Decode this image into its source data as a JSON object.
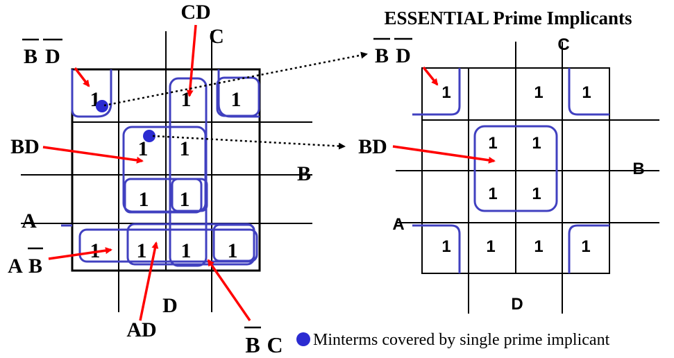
{
  "title": "ESSENTIAL Prime Implicants",
  "legend_text": "Minterms covered by single prime implicant",
  "colors": {
    "grid": "#000000",
    "group": "#4040c0",
    "arrow": "#ff0000",
    "dot": "#2b2bd1",
    "text": "#000000"
  },
  "left_map": {
    "labels": {
      "c": "C",
      "cd": "CD",
      "b": "B",
      "a": "A",
      "d": "D",
      "bd_bar_b": "B",
      "bd_bar_d": "D",
      "bd": "BD",
      "ab_a": "A",
      "ab_b": "B",
      "ad": "AD",
      "bc_b": "B",
      "bc_c": "C"
    },
    "cells": [
      [
        "1",
        "",
        "1",
        "1"
      ],
      [
        "",
        "1",
        "1",
        ""
      ],
      [
        "",
        "1",
        "1",
        ""
      ],
      [
        "1",
        "1",
        "1",
        "1"
      ]
    ]
  },
  "right_map": {
    "labels": {
      "c": "C",
      "b": "B",
      "a": "A",
      "d": "D",
      "bd_bar_b": "B",
      "bd_bar_d": "D",
      "bd": "BD"
    },
    "cells": [
      [
        "1",
        "",
        "1",
        "1"
      ],
      [
        "",
        "1",
        "1",
        ""
      ],
      [
        "",
        "1",
        "1",
        ""
      ],
      [
        "1",
        "1",
        "1",
        "1"
      ]
    ]
  }
}
